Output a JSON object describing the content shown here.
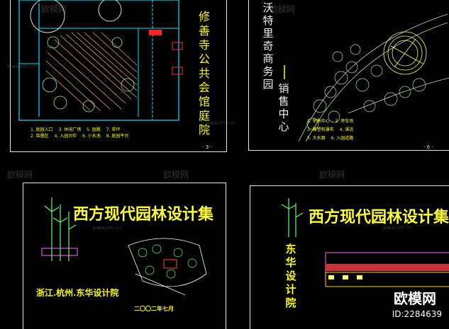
{
  "panel1": {
    "vertical_title": "修善寺公共会馆庭院",
    "page_no": "- 3 -",
    "legend": [
      "1. 庭园入口",
      "2. 苗圃区",
      "3. 休闲广场",
      "4. 入园台阶",
      "5. 园路",
      "6. 小水池",
      "7. 草坪",
      "8. 庭园平台"
    ]
  },
  "panel2": {
    "vertical_title": "沃特里奇商务园",
    "vertical_subtitle": "销售中心",
    "page_no": "- 6 -",
    "legend": [
      "1. 销售中心",
      "3. 雕塑和瀑布",
      "5. 大水面",
      "2. 停车场",
      "4. 溪流",
      "6. 入园道路"
    ]
  },
  "panel3": {
    "title": "西方现代园林设计集",
    "author": "浙江.杭州.东华设计院",
    "date": "二〇〇二年七月"
  },
  "panel4": {
    "title": "西方现代园林设计集",
    "vertical_org": "东华设计院"
  },
  "watermark": {
    "text": "欧模网",
    "site": "www.om.cn"
  },
  "brand": {
    "name": "欧模网",
    "id": "ID:2284639"
  }
}
